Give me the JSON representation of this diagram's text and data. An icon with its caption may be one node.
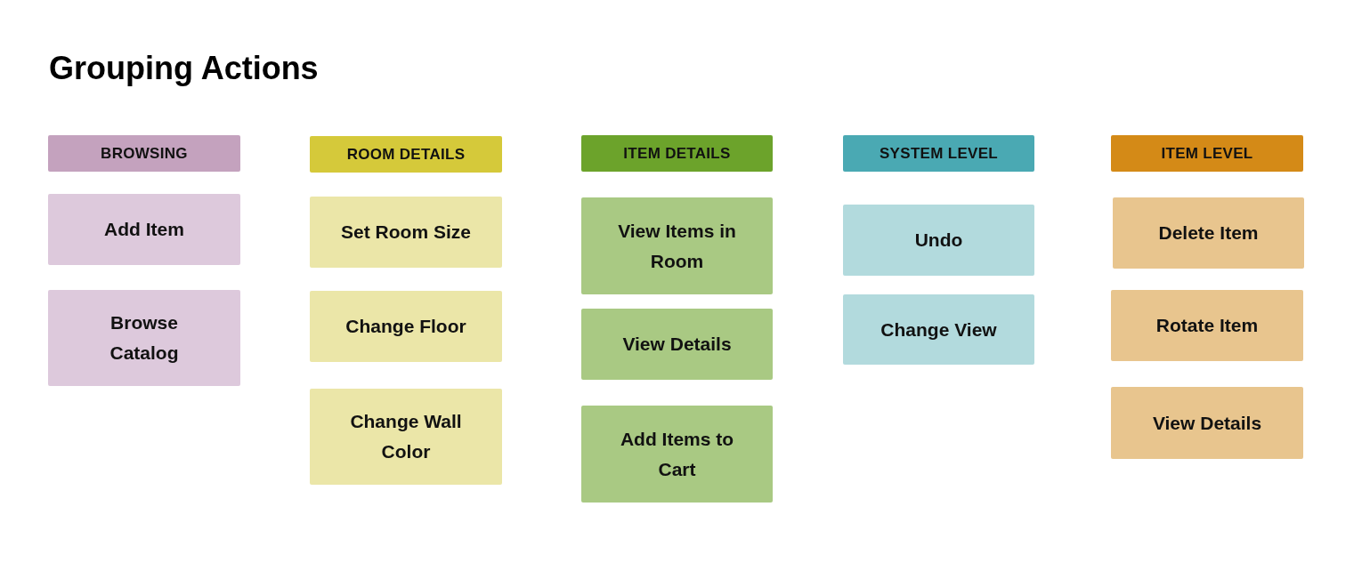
{
  "diagram": {
    "title": "Grouping Actions",
    "nodes": [
      {
        "text": [
          "BROWSING"
        ]
      },
      {
        "text": [
          "Add Item"
        ]
      },
      {
        "text": [
          "Browse Catalog"
        ]
      },
      {
        "text": [
          "ROOM DETAILS"
        ]
      },
      {
        "text": [
          "Set Room Size"
        ]
      },
      {
        "text": [
          "Change Floor"
        ]
      },
      {
        "text": [
          "Change Wall Color"
        ]
      },
      {
        "text": [
          "ITEM DETAILS"
        ]
      },
      {
        "text": [
          "View Items in Room"
        ]
      },
      {
        "text": [
          "View Details"
        ]
      },
      {
        "text": [
          "Add Items to Cart"
        ]
      },
      {
        "text": [
          "SYSTEM LEVEL"
        ]
      },
      {
        "text": [
          "Undo"
        ]
      },
      {
        "text": [
          "Change View"
        ]
      },
      {
        "text": [
          "ITEM LEVEL"
        ]
      },
      {
        "text": [
          "Delete Item"
        ]
      },
      {
        "text": [
          "Rotate Item"
        ]
      },
      {
        "text": [
          "View Details"
        ]
      }
    ]
  }
}
